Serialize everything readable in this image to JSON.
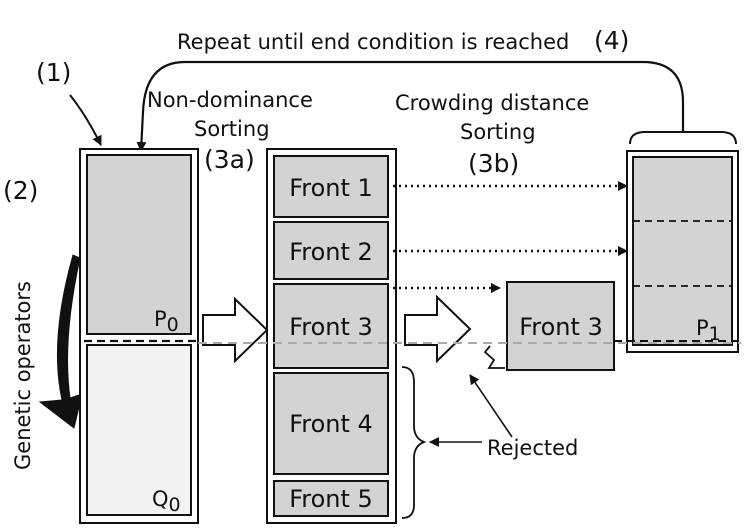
{
  "labels": {
    "repeat": "Repeat until end condition is reached",
    "step4": "(4)",
    "step1": "(1)",
    "step2": "(2)",
    "genetic": "Genetic operators",
    "nondom_line1": "Non-dominance",
    "nondom_line2": "Sorting",
    "step3a": "(3a)",
    "crowd_line1": "Crowding distance",
    "crowd_line2": "Sorting",
    "step3b": "(3b)",
    "rejected": "Rejected"
  },
  "populations": {
    "parent": {
      "base": "P",
      "sub": "0"
    },
    "offspring": {
      "base": "Q",
      "sub": "0"
    },
    "next": {
      "base": "P",
      "sub": "1"
    }
  },
  "fronts": [
    "Front 1",
    "Front 2",
    "Front 3",
    "Front 4",
    "Front 5"
  ],
  "partial_front": "Front 3",
  "colors": {
    "fill": "#d3d3d3",
    "offspring_fill": "#f3f3f3",
    "stroke": "#111111",
    "split_line": "#aaaaaa"
  }
}
